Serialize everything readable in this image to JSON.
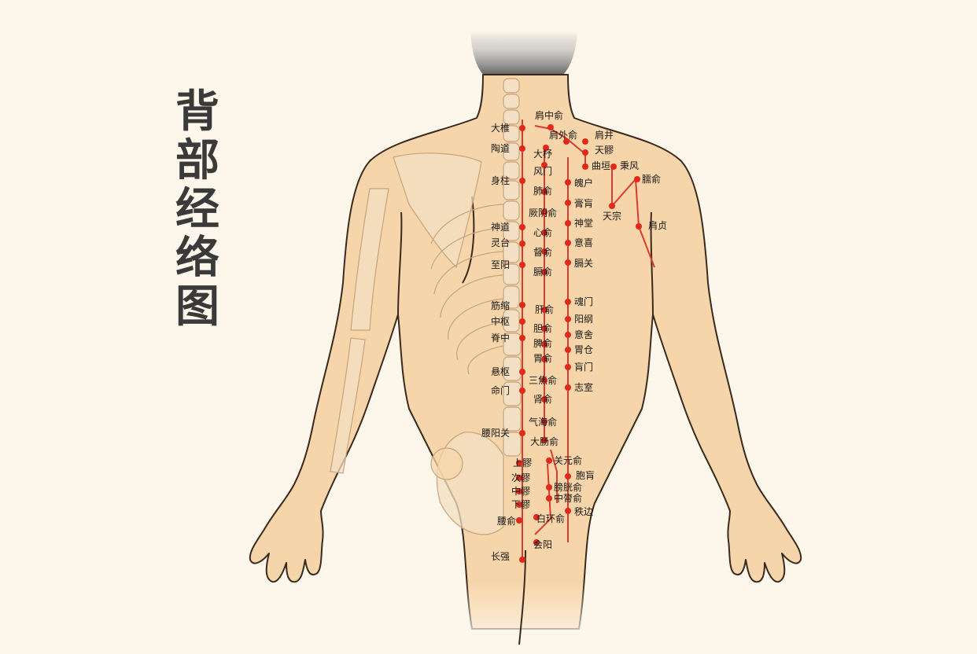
{
  "title_chars": [
    "背",
    "部",
    "经",
    "络",
    "图"
  ],
  "colors": {
    "background": "#fdf6ea",
    "skin": "#f6d5aa",
    "skin_outline": "#3a2a1e",
    "bone": "#f3dfc3",
    "meridian": "#d93d2b",
    "point": "#e0281b",
    "hair": "#6e6e6e"
  },
  "acupoints": [
    {
      "label": "肩中俞"
    },
    {
      "label": "大椎"
    },
    {
      "label": "肩外俞"
    },
    {
      "label": "肩井"
    },
    {
      "label": "陶道"
    },
    {
      "label": "大杼"
    },
    {
      "label": "天髎"
    },
    {
      "label": "曲垣"
    },
    {
      "label": "秉风"
    },
    {
      "label": "风门"
    },
    {
      "label": "身柱"
    },
    {
      "label": "臑俞"
    },
    {
      "label": "魄户"
    },
    {
      "label": "肺俞"
    },
    {
      "label": "膏肓"
    },
    {
      "label": "天宗"
    },
    {
      "label": "厥阴俞"
    },
    {
      "label": "神堂"
    },
    {
      "label": "神道"
    },
    {
      "label": "肩贞"
    },
    {
      "label": "心俞"
    },
    {
      "label": "灵台"
    },
    {
      "label": "意喜"
    },
    {
      "label": "督俞"
    },
    {
      "label": "至阳"
    },
    {
      "label": "膈关"
    },
    {
      "label": "膈俞"
    },
    {
      "label": "魂门"
    },
    {
      "label": "筋缩"
    },
    {
      "label": "肝俞"
    },
    {
      "label": "中枢"
    },
    {
      "label": "阳纲"
    },
    {
      "label": "胆俞"
    },
    {
      "label": "脊中"
    },
    {
      "label": "意舍"
    },
    {
      "label": "脾俞"
    },
    {
      "label": "胃仓"
    },
    {
      "label": "胃俞"
    },
    {
      "label": "悬枢"
    },
    {
      "label": "肓门"
    },
    {
      "label": "三焦俞"
    },
    {
      "label": "志室"
    },
    {
      "label": "命门"
    },
    {
      "label": "肾俞"
    },
    {
      "label": "气海俞"
    },
    {
      "label": "腰阳关"
    },
    {
      "label": "大肠俞"
    },
    {
      "label": "关元俞"
    },
    {
      "label": "上髎"
    },
    {
      "label": "胞肓"
    },
    {
      "label": "次髎"
    },
    {
      "label": "膀胱俞"
    },
    {
      "label": "中髎"
    },
    {
      "label": "中膂俞"
    },
    {
      "label": "下髎"
    },
    {
      "label": "秩边"
    },
    {
      "label": "白环俞"
    },
    {
      "label": "腰俞"
    },
    {
      "label": "会阳"
    },
    {
      "label": "长强"
    }
  ]
}
